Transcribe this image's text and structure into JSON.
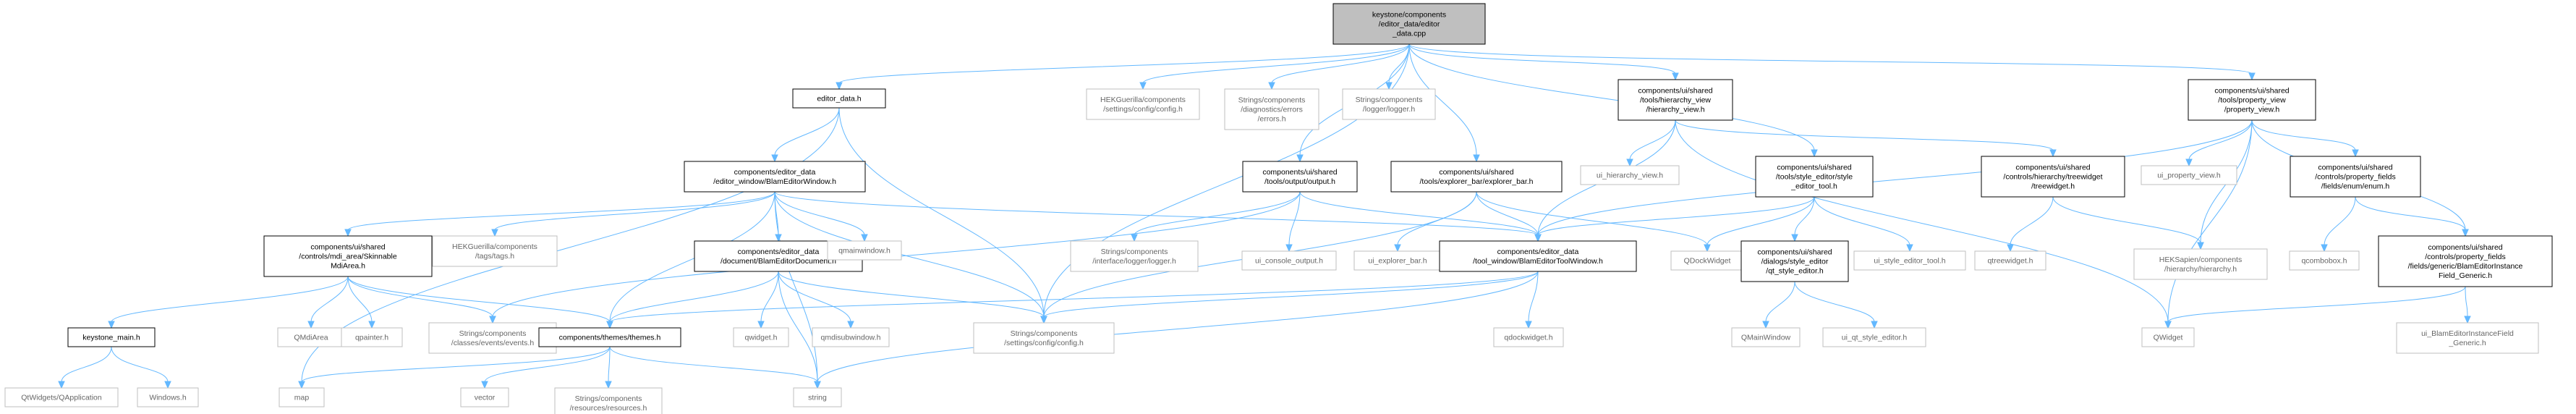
{
  "graph": {
    "nodes": [
      {
        "id": "root",
        "lines": [
          "keystone/components",
          "/editor_data/editor",
          "_data.cpp"
        ],
        "style": "root"
      },
      {
        "id": "editor_data_h",
        "lines": [
          "editor_data.h"
        ],
        "style": "normal"
      },
      {
        "id": "hek_config",
        "lines": [
          "HEKGuerilla/components",
          "/settings/config/config.h"
        ],
        "style": "gray"
      },
      {
        "id": "strings_errors",
        "lines": [
          "Strings/components",
          "/diagnostics/errors",
          "/errors.h"
        ],
        "style": "gray"
      },
      {
        "id": "strings_logger",
        "lines": [
          "Strings/components",
          "/logger/logger.h"
        ],
        "style": "gray"
      },
      {
        "id": "hierarchy_view",
        "lines": [
          "components/ui/shared",
          "/tools/hierarchy_view",
          "/hierarchy_view.h"
        ],
        "style": "normal"
      },
      {
        "id": "property_view",
        "lines": [
          "components/ui/shared",
          "/tools/property_view",
          "/property_view.h"
        ],
        "style": "normal"
      },
      {
        "id": "blam_editor_window",
        "lines": [
          "components/editor_data",
          "/editor_window/BlamEditorWindow.h"
        ],
        "style": "normal"
      },
      {
        "id": "output_h",
        "lines": [
          "components/ui/shared",
          "/tools/output/output.h"
        ],
        "style": "normal"
      },
      {
        "id": "explorer_bar",
        "lines": [
          "components/ui/shared",
          "/tools/explorer_bar/explorer_bar.h"
        ],
        "style": "normal"
      },
      {
        "id": "style_editor_tool",
        "lines": [
          "components/ui/shared",
          "/tools/style_editor/style",
          "_editor_tool.h"
        ],
        "style": "normal"
      },
      {
        "id": "ui_hierarchy_view",
        "lines": [
          "ui_hierarchy_view.h"
        ],
        "style": "gray"
      },
      {
        "id": "treewidget_h",
        "lines": [
          "components/ui/shared",
          "/controls/hierarchy/treewidget",
          "/treewidget.h"
        ],
        "style": "normal"
      },
      {
        "id": "ui_property_view",
        "lines": [
          "ui_property_view.h"
        ],
        "style": "gray"
      },
      {
        "id": "enum_h",
        "lines": [
          "components/ui/shared",
          "/controls/property_fields",
          "/fields/enum/enum.h"
        ],
        "style": "normal"
      },
      {
        "id": "skinnable_mdi",
        "lines": [
          "components/ui/shared",
          "/controls/mdi_area/Skinnable",
          "MdiArea.h"
        ],
        "style": "normal"
      },
      {
        "id": "hek_tags",
        "lines": [
          "HEKGuerilla/components",
          "/tags/tags.h"
        ],
        "style": "gray"
      },
      {
        "id": "blam_editor_document",
        "lines": [
          "components/editor_data",
          "/document/BlamEditorDocument.h"
        ],
        "style": "normal"
      },
      {
        "id": "qmainwindow_h",
        "lines": [
          "qmainwindow.h"
        ],
        "style": "gray"
      },
      {
        "id": "strings_interface_logger",
        "lines": [
          "Strings/components",
          "/interface/logger/logger.h"
        ],
        "style": "gray"
      },
      {
        "id": "ui_console_output",
        "lines": [
          "ui_console_output.h"
        ],
        "style": "gray"
      },
      {
        "id": "ui_explorer_bar",
        "lines": [
          "ui_explorer_bar.h"
        ],
        "style": "gray"
      },
      {
        "id": "blam_editor_tool_window",
        "lines": [
          "components/editor_data",
          "/tool_window/BlamEditorToolWindow.h"
        ],
        "style": "normal"
      },
      {
        "id": "qdockwidget_cap",
        "lines": [
          "QDockWidget"
        ],
        "style": "gray"
      },
      {
        "id": "qt_style_editor",
        "lines": [
          "components/ui/shared",
          "/dialogs/style_editor",
          "/qt_style_editor.h"
        ],
        "style": "normal"
      },
      {
        "id": "ui_style_editor_tool",
        "lines": [
          "ui_style_editor_tool.h"
        ],
        "style": "gray"
      },
      {
        "id": "qtreewidget_h",
        "lines": [
          "qtreewidget.h"
        ],
        "style": "gray"
      },
      {
        "id": "hek_hierarchy",
        "lines": [
          "HEKSapien/components",
          "/hierarchy/hierarchy.h"
        ],
        "style": "gray"
      },
      {
        "id": "qcombobox_h",
        "lines": [
          "qcombobox.h"
        ],
        "style": "gray"
      },
      {
        "id": "blam_instance_field",
        "lines": [
          "components/ui/shared",
          "/controls/property_fields",
          "/fields/generic/BlamEditorInstance",
          "Field_Generic.h"
        ],
        "style": "normal"
      },
      {
        "id": "keystone_main",
        "lines": [
          "keystone_main.h"
        ],
        "style": "normal"
      },
      {
        "id": "qmdiarea",
        "lines": [
          "QMdiArea"
        ],
        "style": "gray"
      },
      {
        "id": "qpainter_h",
        "lines": [
          "qpainter.h"
        ],
        "style": "gray"
      },
      {
        "id": "strings_events",
        "lines": [
          "Strings/components",
          "/classes/events/events.h"
        ],
        "style": "gray"
      },
      {
        "id": "themes_h",
        "lines": [
          "components/themes/themes.h"
        ],
        "style": "normal"
      },
      {
        "id": "qwidget_h",
        "lines": [
          "qwidget.h"
        ],
        "style": "gray"
      },
      {
        "id": "qmdisubwindow_h",
        "lines": [
          "qmdisubwindow.h"
        ],
        "style": "gray"
      },
      {
        "id": "strings_config",
        "lines": [
          "Strings/components",
          "/settings/config/config.h"
        ],
        "style": "gray"
      },
      {
        "id": "qdockwidget_h",
        "lines": [
          "qdockwidget.h"
        ],
        "style": "gray"
      },
      {
        "id": "qmainwindow_cap",
        "lines": [
          "QMainWindow"
        ],
        "style": "gray"
      },
      {
        "id": "ui_qt_style_editor",
        "lines": [
          "ui_qt_style_editor.h"
        ],
        "style": "gray"
      },
      {
        "id": "qwidget_cap",
        "lines": [
          "QWidget"
        ],
        "style": "gray"
      },
      {
        "id": "ui_blam_instance",
        "lines": [
          "ui_BlamEditorInstanceField",
          "_Generic.h"
        ],
        "style": "gray"
      },
      {
        "id": "qtwidgets_qapp",
        "lines": [
          "QtWidgets/QApplication"
        ],
        "style": "gray"
      },
      {
        "id": "windows_h",
        "lines": [
          "Windows.h"
        ],
        "style": "gray"
      },
      {
        "id": "map",
        "lines": [
          "map"
        ],
        "style": "gray"
      },
      {
        "id": "vector",
        "lines": [
          "vector"
        ],
        "style": "gray"
      },
      {
        "id": "strings_resources",
        "lines": [
          "Strings/components",
          "/resources/resources.h"
        ],
        "style": "gray"
      },
      {
        "id": "string",
        "lines": [
          "string"
        ],
        "style": "gray"
      }
    ],
    "edges": [
      [
        "root",
        "editor_data_h"
      ],
      [
        "root",
        "hek_config"
      ],
      [
        "root",
        "strings_errors"
      ],
      [
        "root",
        "strings_logger"
      ],
      [
        "root",
        "hierarchy_view"
      ],
      [
        "root",
        "property_view"
      ],
      [
        "root",
        "output_h"
      ],
      [
        "root",
        "explorer_bar"
      ],
      [
        "root",
        "style_editor_tool"
      ],
      [
        "root",
        "strings_config"
      ],
      [
        "editor_data_h",
        "blam_editor_window"
      ],
      [
        "editor_data_h",
        "strings_config"
      ],
      [
        "editor_data_h",
        "map"
      ],
      [
        "blam_editor_window",
        "skinnable_mdi"
      ],
      [
        "blam_editor_window",
        "hek_tags"
      ],
      [
        "blam_editor_window",
        "blam_editor_document"
      ],
      [
        "blam_editor_window",
        "qmainwindow_h"
      ],
      [
        "blam_editor_window",
        "blam_editor_tool_window"
      ],
      [
        "blam_editor_window",
        "themes_h"
      ],
      [
        "blam_editor_window",
        "strings_config"
      ],
      [
        "blam_editor_window",
        "string"
      ],
      [
        "skinnable_mdi",
        "keystone_main"
      ],
      [
        "skinnable_mdi",
        "qmdiarea"
      ],
      [
        "skinnable_mdi",
        "qpainter_h"
      ],
      [
        "skinnable_mdi",
        "strings_events"
      ],
      [
        "skinnable_mdi",
        "themes_h"
      ],
      [
        "keystone_main",
        "qtwidgets_qapp"
      ],
      [
        "keystone_main",
        "windows_h"
      ],
      [
        "blam_editor_document",
        "themes_h"
      ],
      [
        "blam_editor_document",
        "qwidget_h"
      ],
      [
        "blam_editor_document",
        "qmdisubwindow_h"
      ],
      [
        "blam_editor_document",
        "strings_config"
      ],
      [
        "blam_editor_document",
        "string"
      ],
      [
        "themes_h",
        "map"
      ],
      [
        "themes_h",
        "vector"
      ],
      [
        "themes_h",
        "strings_resources"
      ],
      [
        "themes_h",
        "string"
      ],
      [
        "output_h",
        "strings_interface_logger"
      ],
      [
        "output_h",
        "ui_console_output"
      ],
      [
        "output_h",
        "blam_editor_tool_window"
      ],
      [
        "output_h",
        "strings_events"
      ],
      [
        "explorer_bar",
        "ui_explorer_bar"
      ],
      [
        "explorer_bar",
        "blam_editor_tool_window"
      ],
      [
        "explorer_bar",
        "qdockwidget_cap"
      ],
      [
        "explorer_bar",
        "strings_config"
      ],
      [
        "blam_editor_tool_window",
        "themes_h"
      ],
      [
        "blam_editor_tool_window",
        "qdockwidget_h"
      ],
      [
        "blam_editor_tool_window",
        "strings_config"
      ],
      [
        "blam_editor_tool_window",
        "string"
      ],
      [
        "hierarchy_view",
        "ui_hierarchy_view"
      ],
      [
        "hierarchy_view",
        "treewidget_h"
      ],
      [
        "hierarchy_view",
        "blam_editor_tool_window"
      ],
      [
        "hierarchy_view",
        "qwidget_cap"
      ],
      [
        "style_editor_tool",
        "qt_style_editor"
      ],
      [
        "style_editor_tool",
        "ui_style_editor_tool"
      ],
      [
        "style_editor_tool",
        "blam_editor_tool_window"
      ],
      [
        "style_editor_tool",
        "qdockwidget_cap"
      ],
      [
        "qt_style_editor",
        "qmainwindow_cap"
      ],
      [
        "qt_style_editor",
        "ui_qt_style_editor"
      ],
      [
        "treewidget_h",
        "qtreewidget_h"
      ],
      [
        "treewidget_h",
        "hek_hierarchy"
      ],
      [
        "property_view",
        "ui_property_view"
      ],
      [
        "property_view",
        "enum_h"
      ],
      [
        "property_view",
        "blam_instance_field"
      ],
      [
        "property_view",
        "hek_hierarchy"
      ],
      [
        "property_view",
        "qwidget_cap"
      ],
      [
        "property_view",
        "blam_editor_tool_window"
      ],
      [
        "enum_h",
        "qcombobox_h"
      ],
      [
        "enum_h",
        "blam_instance_field"
      ],
      [
        "blam_instance_field",
        "ui_blam_instance"
      ],
      [
        "blam_instance_field",
        "qwidget_cap"
      ]
    ]
  }
}
